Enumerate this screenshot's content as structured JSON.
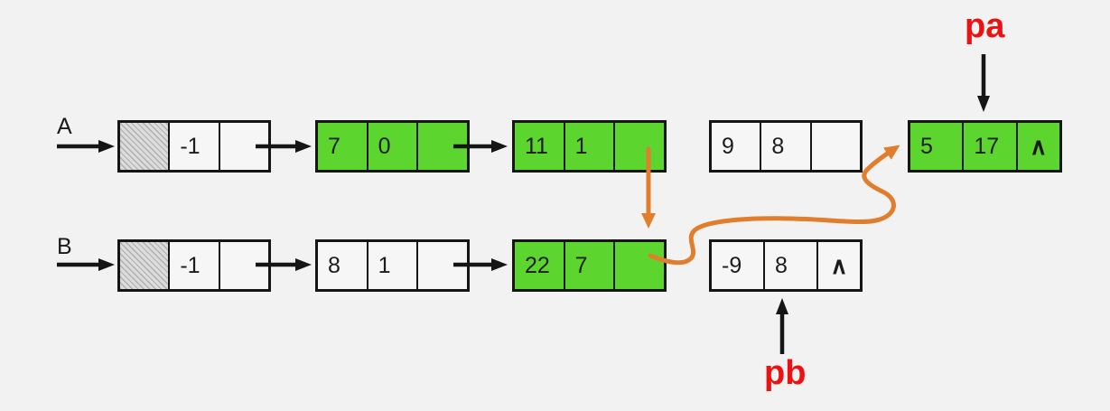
{
  "diagram": "two singly linked lists with head nodes, merged-candidate nodes highlighted",
  "colors": {
    "background": "#f2f2f2",
    "node_green": "#5cd62e",
    "node_white": "#f6f6f6",
    "hatch_gray": "#dcdcdc",
    "line_black": "#151515",
    "arrow_orange": "#e07e2e",
    "pointer_red": "#ee1111"
  },
  "lists": {
    "a": {
      "label": "A",
      "nodes": [
        {
          "c1": "",
          "c2": "-1",
          "c3": ""
        },
        {
          "c1": "7",
          "c2": "0",
          "c3": ""
        },
        {
          "c1": "11",
          "c2": "1",
          "c3": ""
        },
        {
          "c1": "9",
          "c2": "8",
          "c3": ""
        },
        {
          "c1": "5",
          "c2": "17",
          "c3": "∧"
        }
      ]
    },
    "b": {
      "label": "B",
      "nodes": [
        {
          "c1": "",
          "c2": "-1",
          "c3": ""
        },
        {
          "c1": "8",
          "c2": "1",
          "c3": ""
        },
        {
          "c1": "22",
          "c2": "7",
          "c3": ""
        },
        {
          "c1": "-9",
          "c2": "8",
          "c3": "∧"
        }
      ]
    }
  },
  "pointers": {
    "pa": "pa",
    "pb": "pb"
  }
}
